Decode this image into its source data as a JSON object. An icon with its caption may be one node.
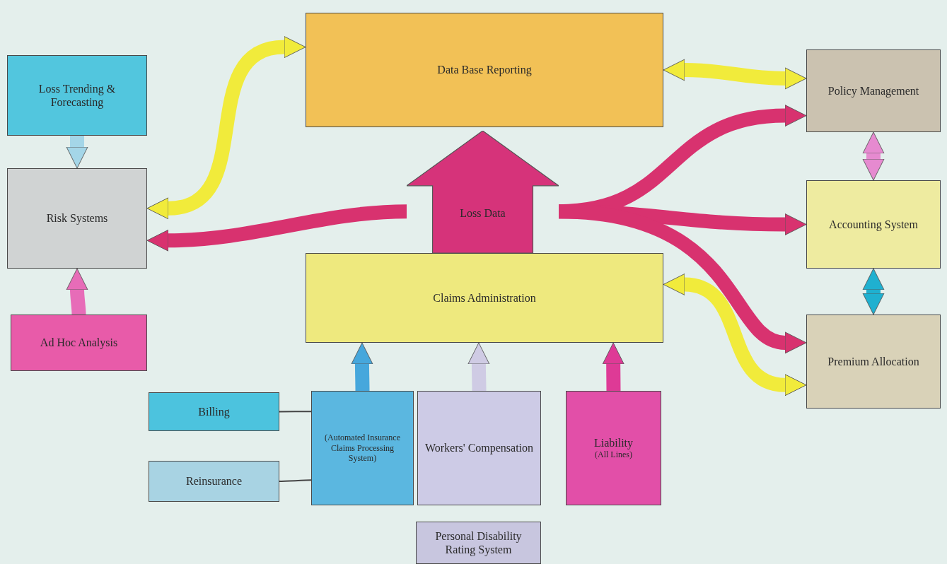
{
  "diagram": {
    "nodes": [
      {
        "text": [
          "Data Base Reporting"
        ]
      },
      {
        "text": [
          "Loss Trending & Forecasting"
        ]
      },
      {
        "text": [
          "Risk Systems"
        ]
      },
      {
        "text": [
          "Ad Hoc Analysis"
        ]
      },
      {
        "text": [
          "Policy Management"
        ]
      },
      {
        "text": [
          "Accounting System"
        ]
      },
      {
        "text": [
          "Premium Allocation"
        ]
      },
      {
        "text": [
          "Loss Data"
        ]
      },
      {
        "text": [
          "Claims Administration"
        ]
      },
      {
        "text": [
          "Billing"
        ]
      },
      {
        "text": [
          "Reinsurance"
        ]
      },
      {
        "text": [
          "(Automated Insurance Claims Processing System)"
        ]
      },
      {
        "text": [
          "Workers' Compensation"
        ]
      },
      {
        "text": [
          "Liability",
          "(All Lines)"
        ]
      },
      {
        "text": [
          "Personal Disability Rating System"
        ]
      }
    ],
    "edges": [
      {
        "from": 1,
        "to": 2,
        "arrow": "to",
        "color": "#a4d6e8"
      },
      {
        "from": 3,
        "to": 2,
        "arrow": "to",
        "color": "#e76cb8"
      },
      {
        "from": 0,
        "to": 2,
        "arrow": "both",
        "color": "#f1eb3b"
      },
      {
        "from": 0,
        "to": 4,
        "arrow": "both",
        "color": "#f1eb3b"
      },
      {
        "from": 4,
        "to": 5,
        "arrow": "both",
        "color": "#e68ad0"
      },
      {
        "from": 5,
        "to": 6,
        "arrow": "both",
        "color": "#1fb0d0"
      },
      {
        "from": 8,
        "to": 6,
        "arrow": "both",
        "color": "#f1eb3b"
      },
      {
        "from": 11,
        "to": 8,
        "arrow": "to",
        "color": "#46a7dc"
      },
      {
        "from": 12,
        "to": 8,
        "arrow": "to",
        "color": "#cfcbe4"
      },
      {
        "from": 13,
        "to": 8,
        "arrow": "to",
        "color": "#de3a96"
      },
      {
        "from": 9,
        "to": 11,
        "arrow": "none",
        "color": "#444444"
      },
      {
        "from": 10,
        "to": 11,
        "arrow": "none",
        "color": "#444444"
      },
      {
        "from": 7,
        "to": 2,
        "arrow": "to",
        "color": "#d8326f"
      },
      {
        "from": 7,
        "to": 4,
        "arrow": "to",
        "color": "#d8326f"
      },
      {
        "from": 7,
        "to": 5,
        "arrow": "to",
        "color": "#d8326f"
      },
      {
        "from": 7,
        "to": 6,
        "arrow": "to",
        "color": "#d8326f"
      }
    ]
  }
}
